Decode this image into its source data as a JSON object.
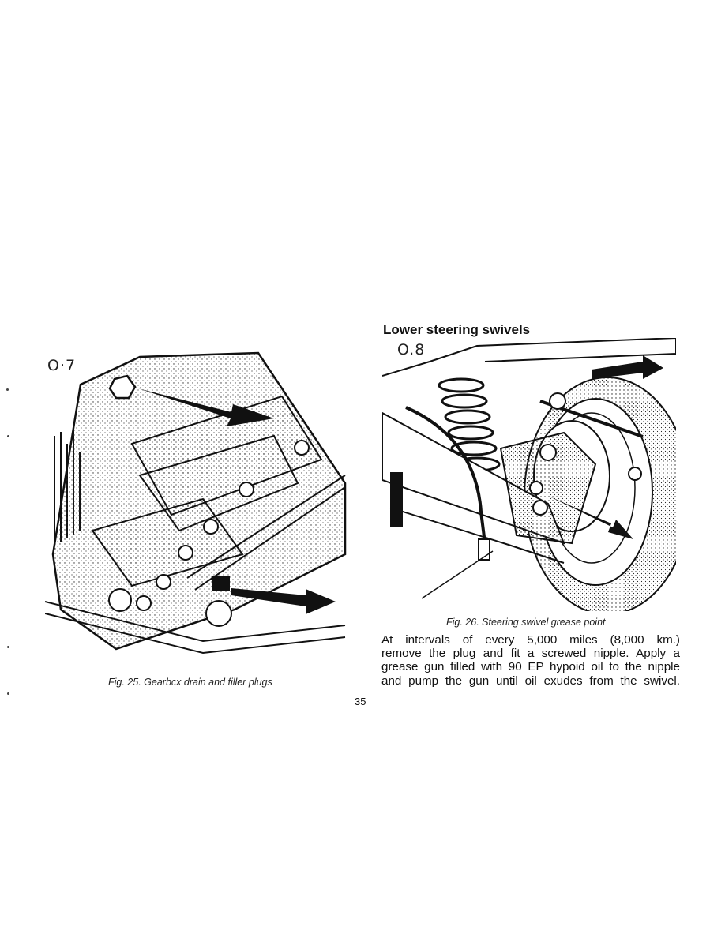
{
  "left_figure": {
    "handwritten_label": "O·7",
    "caption": "Fig. 25. Gearbcx drain and filler plugs"
  },
  "right_section": {
    "heading": "Lower steering swivels",
    "handwritten_label": "O.8",
    "caption": "Fig. 26. Steering swivel grease point",
    "body_lines": [
      "At intervals of every 5,000 miles (8,000 km.)",
      "remove the plug and fit a screwed nipple. Apply a",
      "grease gun filled with 90 EP hypoid oil to the nipple",
      "and pump the gun until oil exudes from the swivel."
    ]
  },
  "page_number": "35"
}
